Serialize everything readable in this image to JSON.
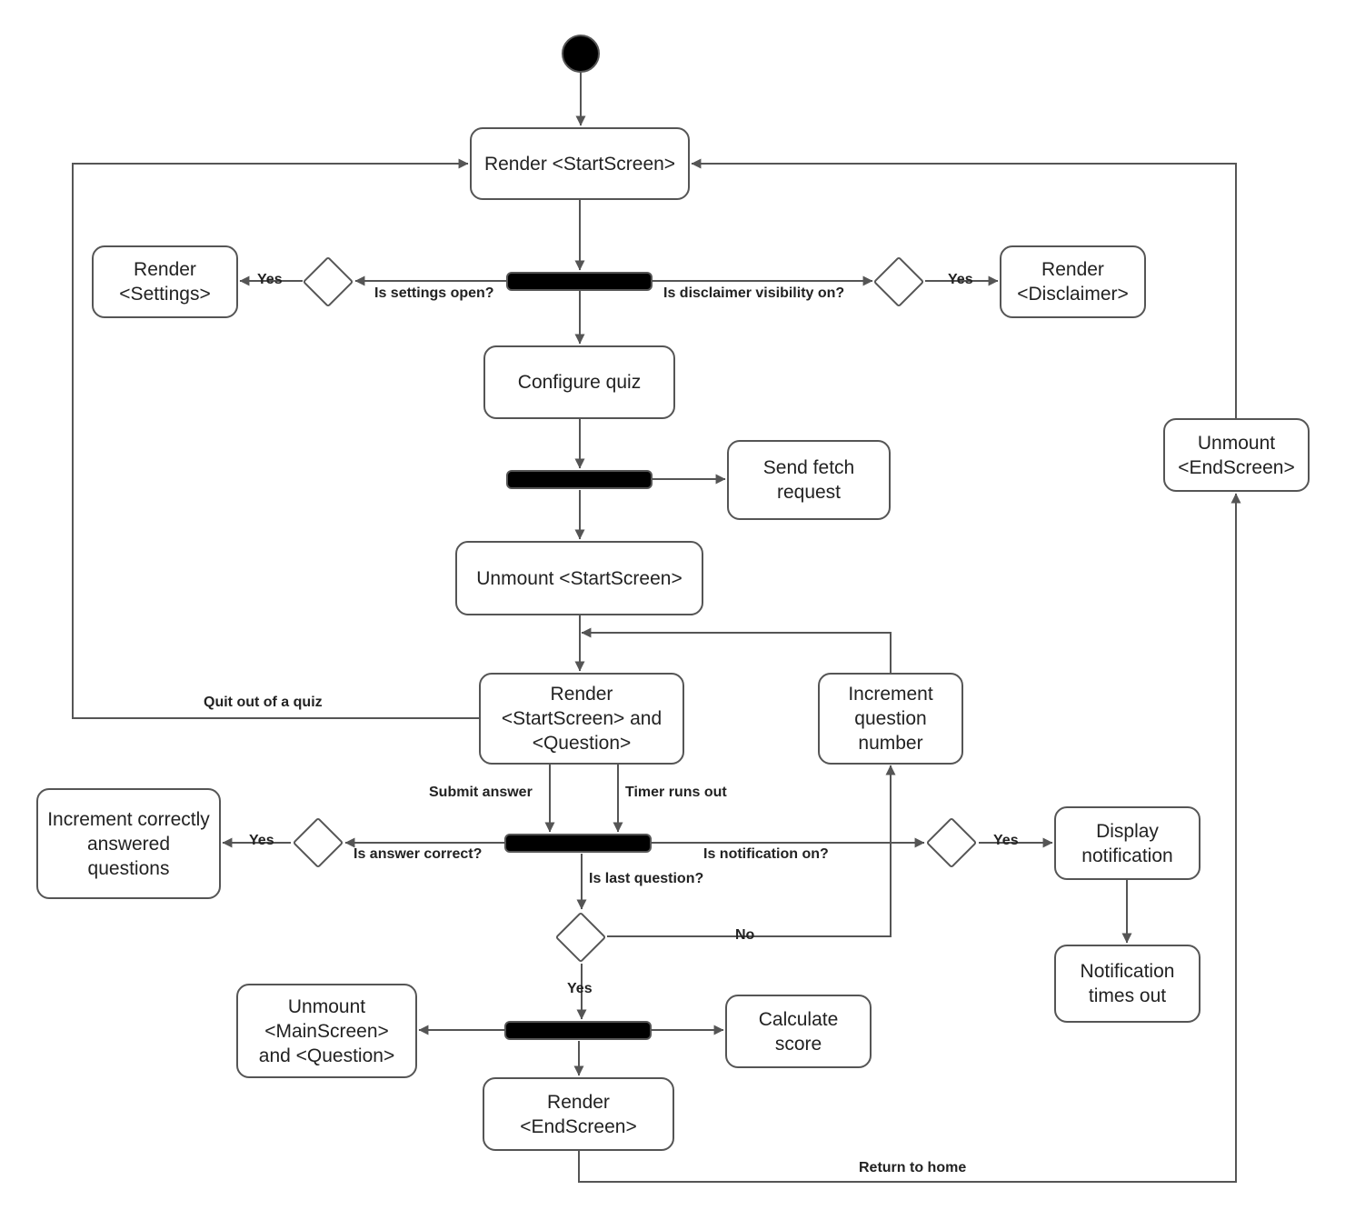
{
  "nodes": {
    "render_start": "Render <StartScreen>",
    "render_settings": "Render <Settings>",
    "render_disclaimer": "Render <Disclaimer>",
    "configure_quiz": "Configure quiz",
    "send_fetch": "Send fetch request",
    "unmount_start": "Unmount <StartScreen>",
    "render_start_question": "Render <StartScreen> and <Question>",
    "increment_question": "Increment question number",
    "increment_correct": "Increment correctly answered questions",
    "display_notification": "Display notification",
    "notification_timeout": "Notification times out",
    "unmount_main_question": "Unmount <MainScreen> and <Question>",
    "calculate_score": "Calculate score",
    "render_end": "Render <EndScreen>",
    "unmount_end": "Unmount <EndScreen>"
  },
  "labels": {
    "settings_yes": "Yes",
    "is_settings_open": "Is settings open?",
    "is_disclaimer_on": "Is disclaimer visibility on?",
    "disclaimer_yes": "Yes",
    "quit_quiz": "Quit out of a quiz",
    "submit_answer": "Submit answer",
    "timer_runs_out": "Timer runs out",
    "correct_yes": "Yes",
    "is_answer_correct": "Is answer correct?",
    "is_notification_on": "Is notification on?",
    "notification_yes": "Yes",
    "is_last_question": "Is last question?",
    "last_no": "No",
    "last_yes": "Yes",
    "return_home": "Return to home"
  }
}
